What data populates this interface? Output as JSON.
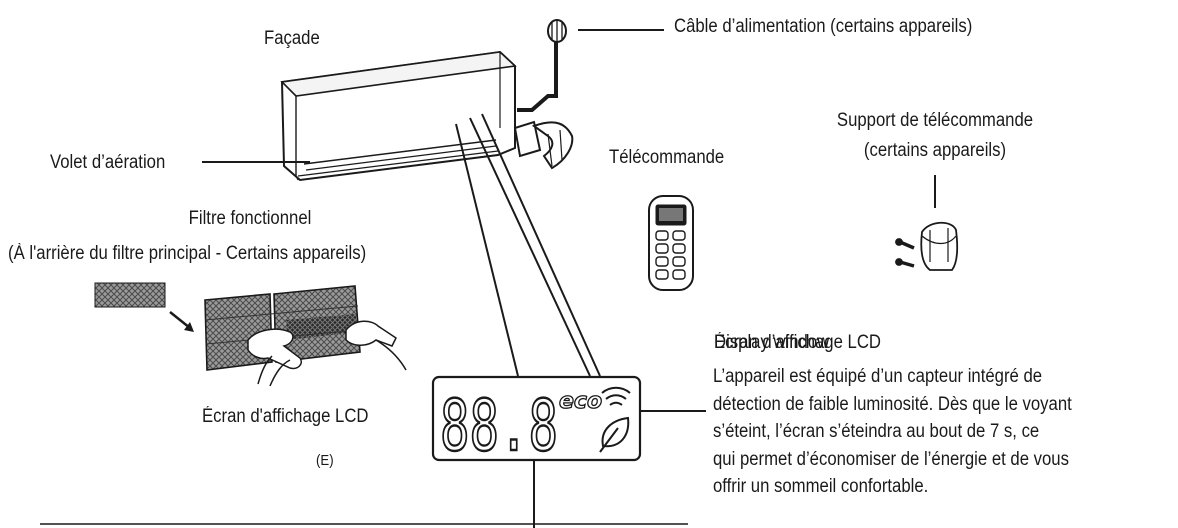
{
  "labels": {
    "facade": "Façade",
    "power_cable": "Câble d’alimentation (certains appareils)",
    "air_flap": "Volet d’aération",
    "remote": "Télécommande",
    "holder_line1": "Support de télécommande",
    "holder_line2": "(certains appareils)",
    "filter_line1": "Filtre fonctionnel",
    "filter_line2": "(À l'arrière du filtre principal - Certains appareils)",
    "lcd_screen": "Écran d'affichage LCD",
    "variant": "(E)"
  },
  "display": {
    "digits": "88.8",
    "eco": "eco"
  },
  "notice": {
    "title_overlay_a": "Display window",
    "title_overlay_b": "Écran d’affichage LCD",
    "lines": [
      "L’appareil est équipé d’un capteur intégré de",
      "détection de faible luminosité. Dès que le voyant",
      "s’éteint, l’écran s’éteindra au bout de 7 s, ce",
      "qui permet d’économiser de l’énergie et de vous",
      "offrir un sommeil confortable."
    ]
  },
  "colors": {
    "ink": "#1a1a1a",
    "filter_fill": "#8a8a8a",
    "filter_mesh": "#3a3a3a"
  }
}
